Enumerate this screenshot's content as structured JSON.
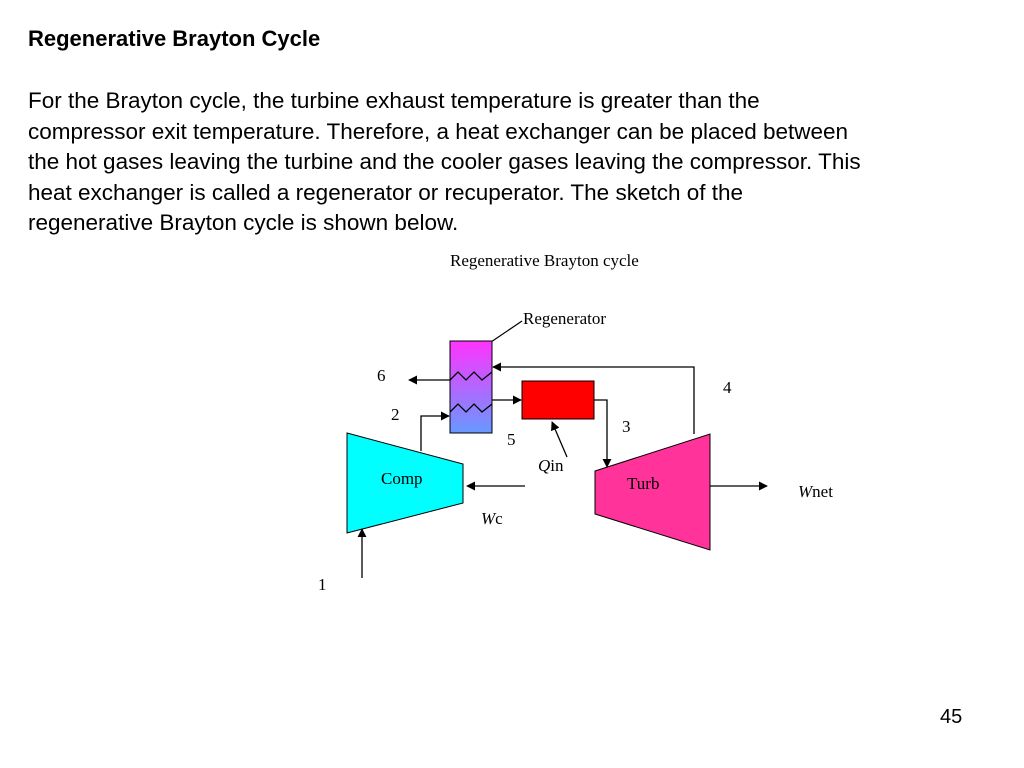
{
  "slide": {
    "heading": "Regenerative Brayton Cycle",
    "paragraph_lines": [
      "For the Brayton cycle, the turbine exhaust temperature is greater than the",
      "compressor exit temperature.  Therefore, a heat exchanger can be placed between",
      "the hot gases leaving the turbine and the cooler gases leaving the compressor.  This",
      "heat exchanger is called a regenerator or recuperator.  The sketch of the",
      "regenerative Brayton cycle is shown below."
    ],
    "page_number": "45"
  },
  "diagram": {
    "title": "Regenerative Brayton cycle",
    "regenerator_label": "Regenerator",
    "compressor_label": "Comp",
    "turbine_label": "Turb",
    "state_labels": {
      "s1": "1",
      "s2": "2",
      "s3": "3",
      "s4": "4",
      "s5": "5",
      "s6": "6"
    },
    "qin": {
      "symbol": "Q",
      "subscript": "in"
    },
    "wc": {
      "symbol": "W",
      "subscript": "c"
    },
    "wnet": {
      "symbol": "W",
      "subscript": "net"
    },
    "colors": {
      "compressor": "#00ffff",
      "turbine": "#ff3399",
      "combustor": "#ff0000",
      "regenerator_top": "#ff33ff",
      "regenerator_bottom": "#6699ff"
    }
  }
}
